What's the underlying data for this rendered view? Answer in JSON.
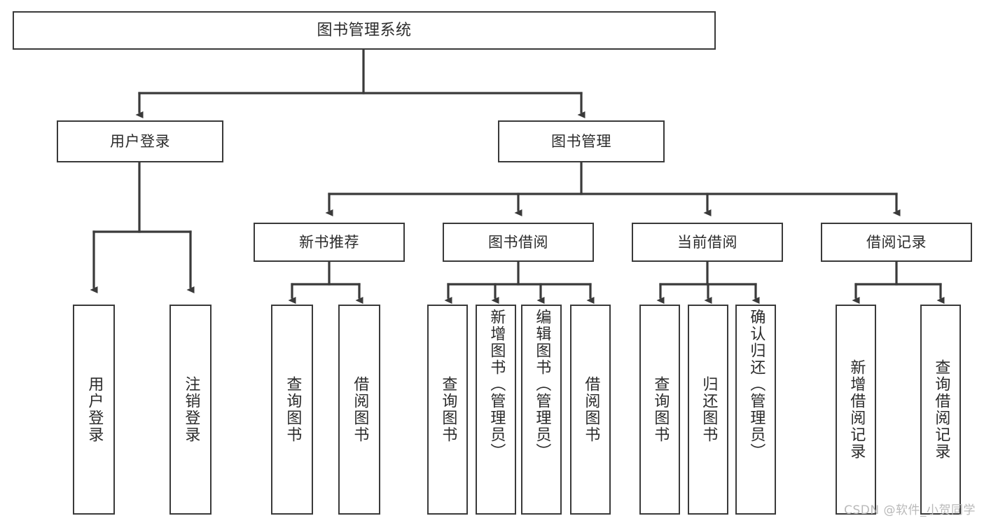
{
  "diagram": {
    "title": "图书管理系统",
    "type": "hierarchy-tree",
    "line_color": "#3a3a3a",
    "box_fill": "#ffffff",
    "text_color": "#2b2b2b",
    "levels": 4,
    "nodes": {
      "root": {
        "label": "图书管理系统"
      },
      "l2": [
        {
          "label": "用户登录"
        },
        {
          "label": "图书管理"
        }
      ],
      "l3": [
        {
          "label": "新书推荐"
        },
        {
          "label": "图书借阅"
        },
        {
          "label": "当前借阅"
        },
        {
          "label": "借阅记录"
        }
      ],
      "leaves_login": [
        {
          "label": "用户登录"
        },
        {
          "label": "注销登录"
        }
      ],
      "leaves_newbook": [
        {
          "label": "查询图书"
        },
        {
          "label": "借阅图书"
        }
      ],
      "leaves_borrow": [
        {
          "label": "查询图书"
        },
        {
          "label": "新增图书（管理员）"
        },
        {
          "label": "编辑图书（管理员）"
        },
        {
          "label": "借阅图书"
        }
      ],
      "leaves_current": [
        {
          "label": "查询图书"
        },
        {
          "label": "归还图书"
        },
        {
          "label": "确认归还（管理员）"
        }
      ],
      "leaves_record": [
        {
          "label": "新增借阅记录"
        },
        {
          "label": "查询借阅记录"
        }
      ]
    }
  },
  "watermark": {
    "text": "CSDN @软件_小贺同学"
  }
}
